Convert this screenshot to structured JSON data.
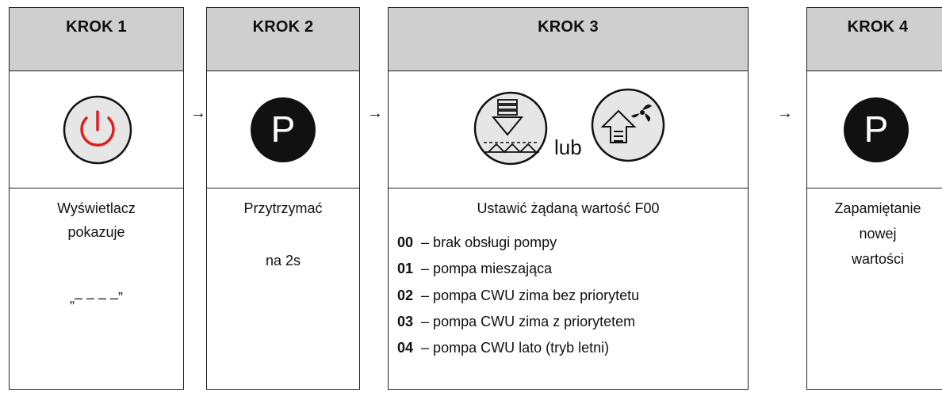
{
  "steps": [
    {
      "title": "KROK 1",
      "icon": "power-icon",
      "lines": [
        "Wyświetlacz",
        "pokazuje",
        "„– – – –”"
      ]
    },
    {
      "title": "KROK 2",
      "icon": "p-button-icon",
      "lines": [
        "Przytrzymać",
        "na 2s"
      ]
    },
    {
      "title": "KROK 3",
      "icons": [
        "feed-down-icon",
        "fan-up-icon"
      ],
      "connector": "lub",
      "instruction": "Ustawić żądaną wartość F00",
      "options": [
        {
          "code": "00",
          "label": "– brak obsługi pompy"
        },
        {
          "code": "01",
          "label": "– pompa mieszająca"
        },
        {
          "code": "02",
          "label": "– pompa CWU zima bez priorytetu"
        },
        {
          "code": "03",
          "label": "– pompa CWU zima z priorytetem"
        },
        {
          "code": "04",
          "label": "– pompa CWU lato (tryb letni)"
        }
      ]
    },
    {
      "title": "KROK 4",
      "icon": "p-button-icon",
      "lines": [
        "Zapamiętanie",
        "nowej",
        "wartości"
      ]
    }
  ],
  "arrow": "→",
  "colors": {
    "header_bg": "#cfcfcf",
    "power_red": "#e02020",
    "icon_bg": "#e6e6e6",
    "p_button": "#111111"
  }
}
